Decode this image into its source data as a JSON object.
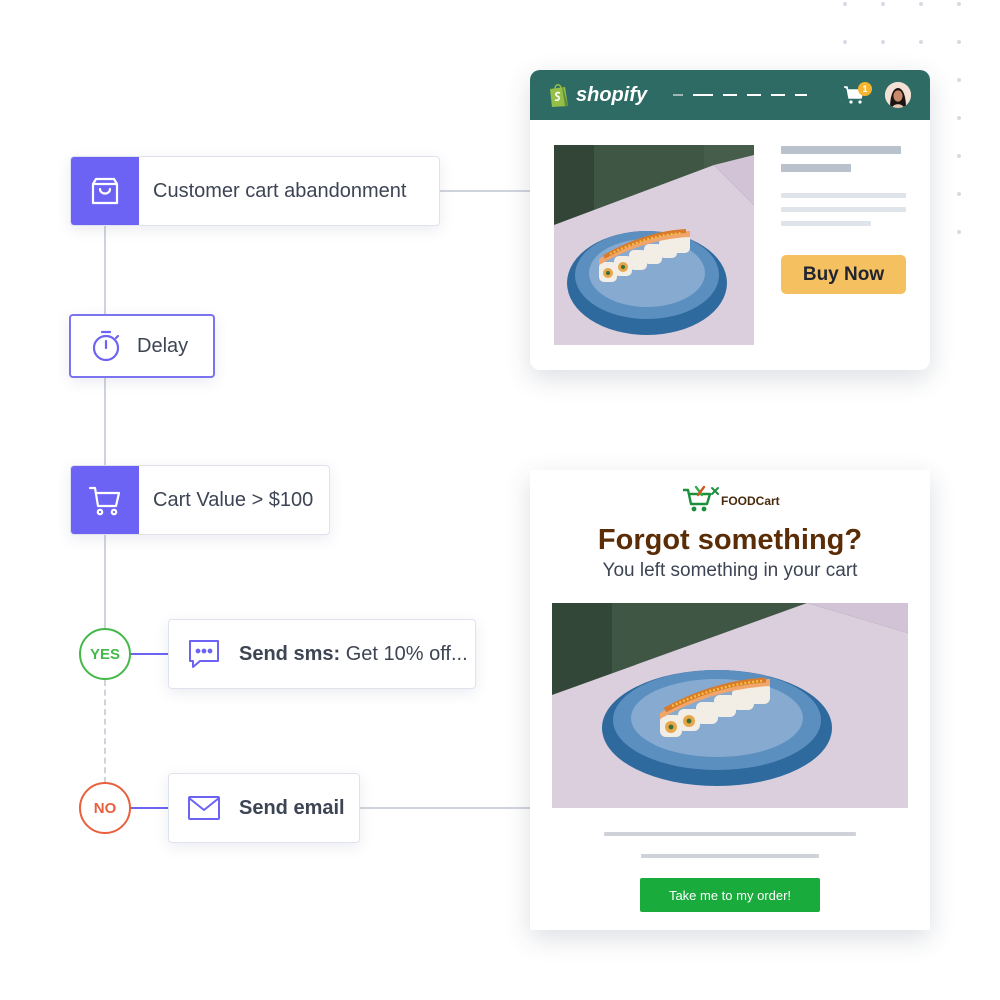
{
  "flow": {
    "trigger_label": "Customer cart abandonment",
    "delay_label": "Delay",
    "condition_label": "Cart Value > $100",
    "yes_badge": "YES",
    "no_badge": "NO",
    "sms_bold": "Send sms:",
    "sms_text": " Get 10% off...",
    "email_label": "Send email"
  },
  "shopify": {
    "brand": "shopify",
    "cart_count": "1",
    "buy_label": "Buy Now"
  },
  "email": {
    "brand_name": "FOODCart",
    "headline": "Forgot something?",
    "subline": "You left something in your cart",
    "cta_label": "Take me to my order!"
  },
  "colors": {
    "accent": "#6c63f5",
    "shopify_header": "#2e6b64",
    "buy_button": "#f5c060",
    "yes_green": "#44b94a",
    "no_red": "#e8603f",
    "headline_brown": "#5a2d06",
    "cta_green": "#1aab3d"
  }
}
